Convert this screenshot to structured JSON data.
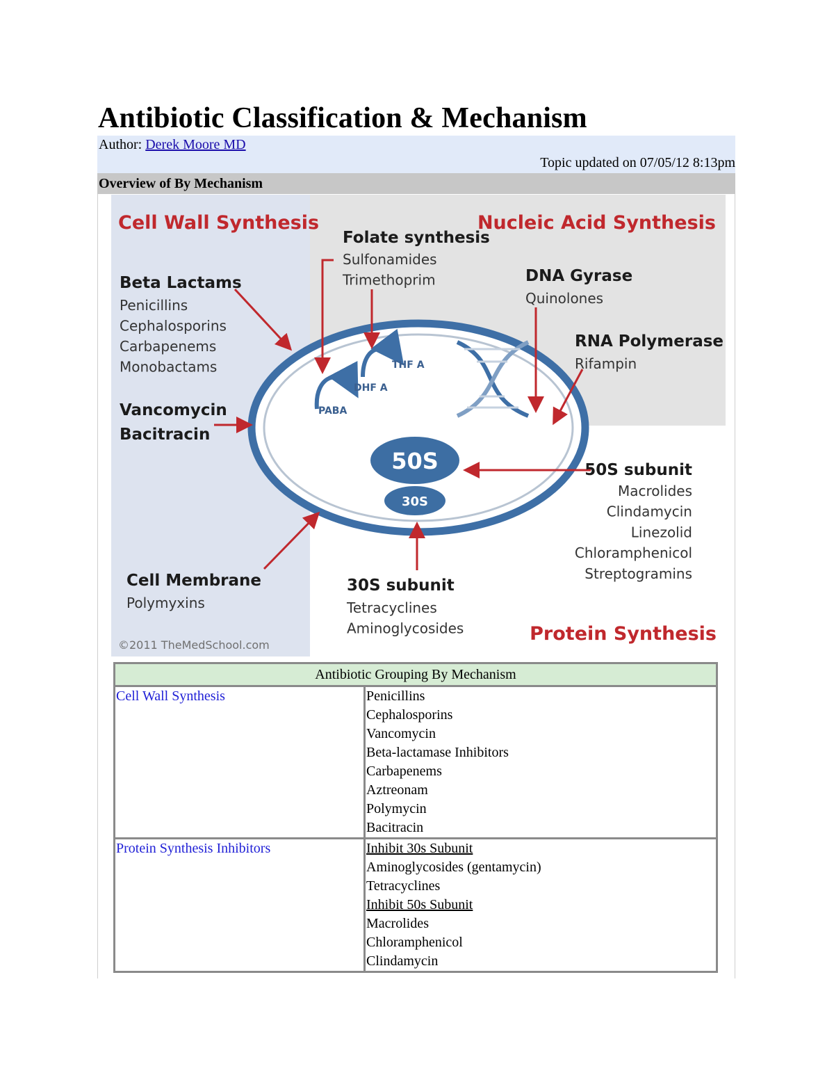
{
  "page": {
    "title": "Antibiotic Classification & Mechanism",
    "author_label": "Author:",
    "author_name": "Derek Moore MD",
    "updated": "Topic updated on 07/05/12 8:13pm",
    "section_heading": "Overview of By Mechanism"
  },
  "figure": {
    "cell_wall_title": "Cell Wall Synthesis",
    "nucleic_title": "Nucleic Acid Synthesis",
    "protein_title": "Protein Synthesis",
    "folate": {
      "heading": "Folate synthesis",
      "items": [
        "Sulfonamides",
        "Trimethoprim"
      ]
    },
    "beta_lactams": {
      "heading": "Beta Lactams",
      "items": [
        "Penicillins",
        "Cephalosporins",
        "Carbapenems",
        "Monobactams"
      ]
    },
    "vanco": {
      "line1": "Vancomycin",
      "line2": "Bacitracin"
    },
    "cell_membrane": {
      "heading": "Cell Membrane",
      "items": [
        "Polymyxins"
      ]
    },
    "dna_gyrase": {
      "heading": "DNA Gyrase",
      "items": [
        "Quinolones"
      ]
    },
    "rna_polymerase": {
      "heading": "RNA Polymerase",
      "items": [
        "Rifampin"
      ]
    },
    "subunit50": {
      "heading": "50S subunit",
      "items": [
        "Macrolides",
        "Clindamycin",
        "Linezolid",
        "Chloramphenicol",
        "Streptogramins"
      ]
    },
    "subunit30": {
      "heading": "30S subunit",
      "items": [
        "Tetracyclines",
        "Aminoglycosides"
      ]
    },
    "pathway": {
      "paba": "PABA",
      "dhf": "DHF A",
      "thf": "THF A"
    },
    "ribosome": {
      "large": "50S",
      "small": "30S"
    },
    "copyright": "©2011 TheMedSchool.com",
    "colors": {
      "left_panel": "#dde3ef",
      "right_panel": "#e3e3e3",
      "title_red": "#c0282d",
      "arrow_red": "#c0282d",
      "cell_blue": "#3e6fa6",
      "ribosome_blue": "#3d6ea3"
    }
  },
  "table": {
    "header": "Antibiotic Grouping By Mechanism",
    "rows": [
      {
        "category": "Cell Wall Synthesis",
        "items": [
          {
            "text": "Penicillins",
            "underline": false
          },
          {
            "text": "Cephalosporins",
            "underline": false
          },
          {
            "text": "Vancomycin",
            "underline": false
          },
          {
            "text": "Beta-lactamase Inhibitors",
            "underline": false
          },
          {
            "text": "Carbapenems",
            "underline": false
          },
          {
            "text": "Aztreonam",
            "underline": false
          },
          {
            "text": "Polymycin",
            "underline": false
          },
          {
            "text": "Bacitracin",
            "underline": false
          }
        ]
      },
      {
        "category": "Protein Synthesis Inhibitors",
        "items": [
          {
            "text": "Inhibit 30s Subunit",
            "underline": true
          },
          {
            "text": "Aminoglycosides (gentamycin)",
            "underline": false
          },
          {
            "text": "Tetracyclines",
            "underline": false
          },
          {
            "text": "Inhibit 50s Subunit",
            "underline": true
          },
          {
            "text": "Macrolides",
            "underline": false
          },
          {
            "text": "Chloramphenicol",
            "underline": false
          },
          {
            "text": "Clindamycin",
            "underline": false
          }
        ]
      }
    ]
  }
}
